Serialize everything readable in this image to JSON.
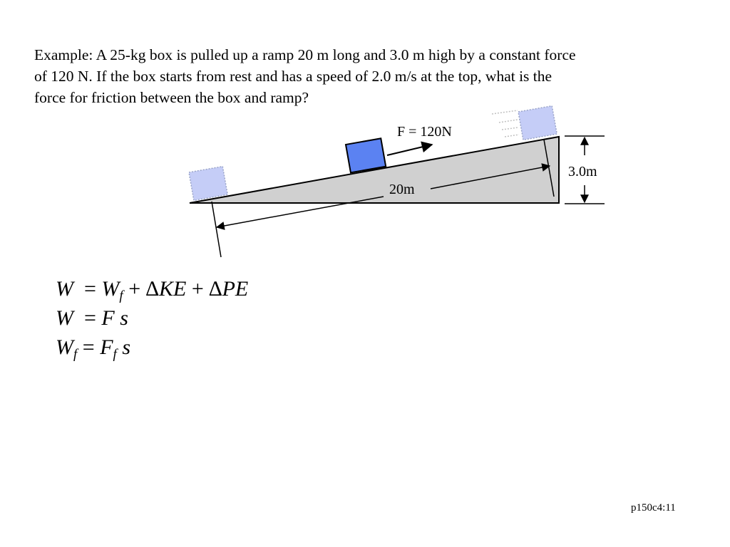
{
  "problem": {
    "line1": "Example: A 25-kg box is pulled up a ramp 20 m long and 3.0 m high by a constant force",
    "line2": "of 120 N.  If the box starts from rest and has a speed of 2.0 m/s at the top, what is the",
    "line3": "force for friction between the box and ramp?"
  },
  "diagram": {
    "force_label": "F = 120N",
    "length_label": "20m",
    "height_label": "3.0m",
    "colors": {
      "ramp_fill": "#d0d0d0",
      "box_fill": "#5b82f2",
      "ghost_box_fill": "#c5cdf7"
    }
  },
  "equations": {
    "eq1": {
      "lhs": "W",
      "eq": "=",
      "wf": "W",
      "wf_sub": "f",
      "plus1": "+",
      "delta_ke": "∆",
      "ke": "KE",
      "plus2": "+",
      "delta_pe": "∆",
      "pe": "PE"
    },
    "eq2": {
      "lhs": "W",
      "eq": "=",
      "rhs": "F s"
    },
    "eq3": {
      "lhs": "W",
      "lhs_sub": "f",
      "eq": "=",
      "rhs": "F",
      "rhs_sub": "f",
      "rhs_tail": "s"
    }
  },
  "footer": {
    "slide_id": "p150c4:11"
  }
}
